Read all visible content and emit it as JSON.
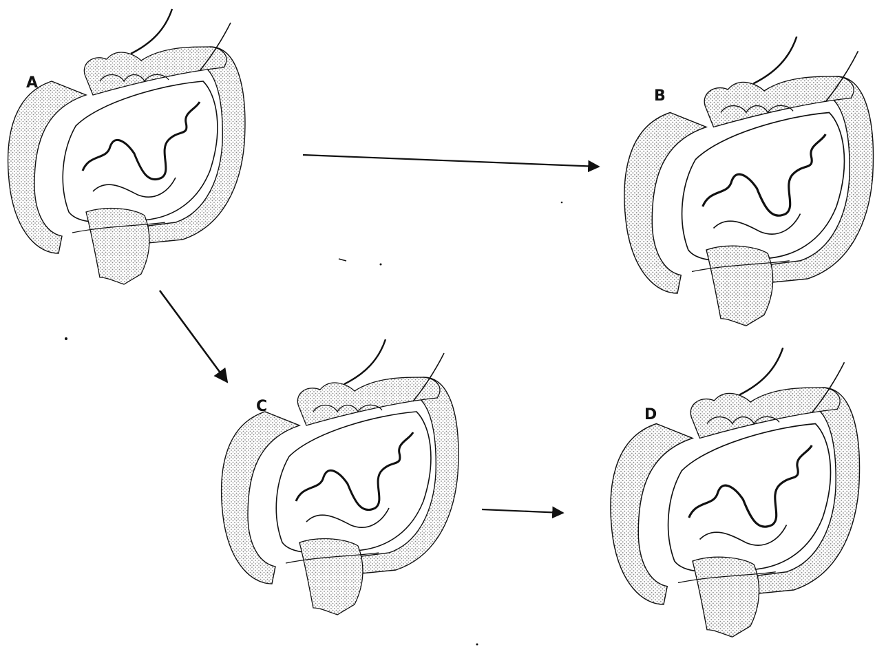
{
  "figure": {
    "panels": [
      {
        "id": "A",
        "label": "A"
      },
      {
        "id": "B",
        "label": "B"
      },
      {
        "id": "C",
        "label": "C"
      },
      {
        "id": "D",
        "label": "D"
      }
    ],
    "colors": {
      "ink": "#111111",
      "stipple": "#9a9a9a",
      "background": "#ffffff"
    }
  }
}
